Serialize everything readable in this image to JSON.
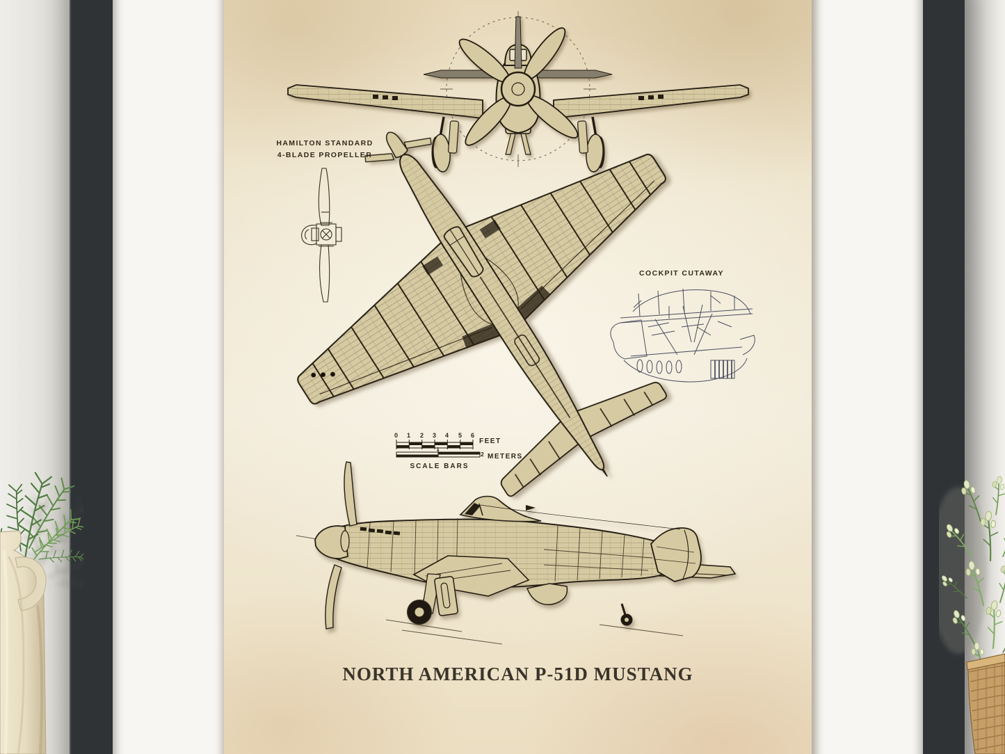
{
  "poster": {
    "title": "NORTH AMERICAN P-51D MUSTANG",
    "labels": {
      "propeller": [
        "HAMILTON STANDARD",
        "4-BLADE PROPELLER"
      ],
      "cockpit": "COCKPIT CUTAWAY",
      "scale_caption": "SCALE BARS"
    },
    "scale": {
      "feet_ticks": [
        "0",
        "1",
        "2",
        "3",
        "4",
        "5",
        "6"
      ],
      "feet_unit": "FEET",
      "meters_mid": "1",
      "meters_end": "2",
      "meters_unit": "METERS"
    },
    "colors": {
      "paper": "#efe6d0",
      "wood_tan": "#d6caa2",
      "ink_dark": "#241d12",
      "ink_blue": "#3a4054"
    }
  },
  "scene": {
    "frame_color": "#2f3336",
    "mat_color": "#f8f6f2",
    "wall_color": "#edebe7",
    "decor": {
      "left": "rosemary-plant-in-ceramic-jug",
      "right": "budding-plant-in-wicker-basket"
    }
  }
}
